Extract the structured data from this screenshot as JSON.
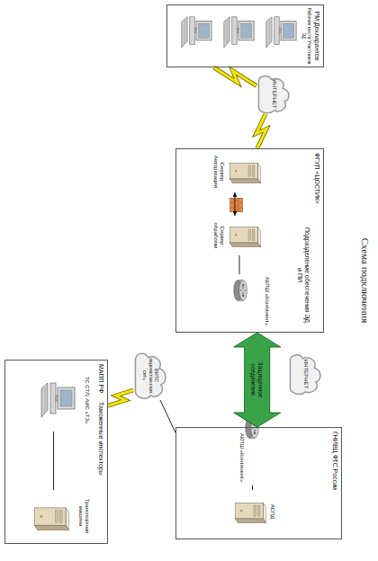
{
  "diagram": {
    "title": "Схема подключения",
    "nodes": [
      {
        "text": [
          "РМ Декларантов",
          "Рабочие места Участников ЭД"
        ]
      },
      {
        "text": [
          "ИНТЕРНЕТ"
        ]
      },
      {
        "text": [
          "ФГУП «ЦОСТИК»",
          "Подразделение обеспечения ЭД и ПИ"
        ]
      },
      {
        "text": [
          "Сервер Авторизации"
        ],
        "in": 2
      },
      {
        "text": [
          "Сервер обработки"
        ],
        "in": 2
      },
      {
        "text": [
          "АКПШ «Континент»"
        ],
        "in": 2
      },
      {
        "text": [
          "ИНТЕРНЕТ"
        ]
      },
      {
        "text": [
          "ГНИВЦ ФТС России"
        ]
      },
      {
        "text": [
          "АКПШ «Континент»"
        ],
        "in": 7
      },
      {
        "text": [
          "АСПД"
        ],
        "in": 7
      },
      {
        "text": [
          "ВИТС ведомственная сеть"
        ]
      },
      {
        "text": [
          "МАПП РФ",
          "Таможенные инспекторы"
        ]
      },
      {
        "text": [
          "ТС СТЛ, АИС «ТЗ»"
        ],
        "in": 11
      },
      {
        "text": [
          "Транспортная машина"
        ],
        "in": 11
      }
    ],
    "edges": [
      {
        "from": 1,
        "to": 0,
        "arrow": "none"
      },
      {
        "from": 1,
        "to": 2,
        "arrow": "none"
      },
      {
        "from": 3,
        "to": 4,
        "arrow": "both"
      },
      {
        "from": 4,
        "to": 5,
        "arrow": "none"
      },
      {
        "from": 2,
        "to": 7,
        "label": "Защищенное соединение",
        "arrow": "both"
      },
      {
        "from": 8,
        "to": 9,
        "arrow": "none"
      },
      {
        "from": 10,
        "to": 7,
        "arrow": "none"
      },
      {
        "from": 10,
        "to": 11,
        "arrow": "none"
      },
      {
        "from": 12,
        "to": 13,
        "arrow": "none"
      }
    ]
  }
}
